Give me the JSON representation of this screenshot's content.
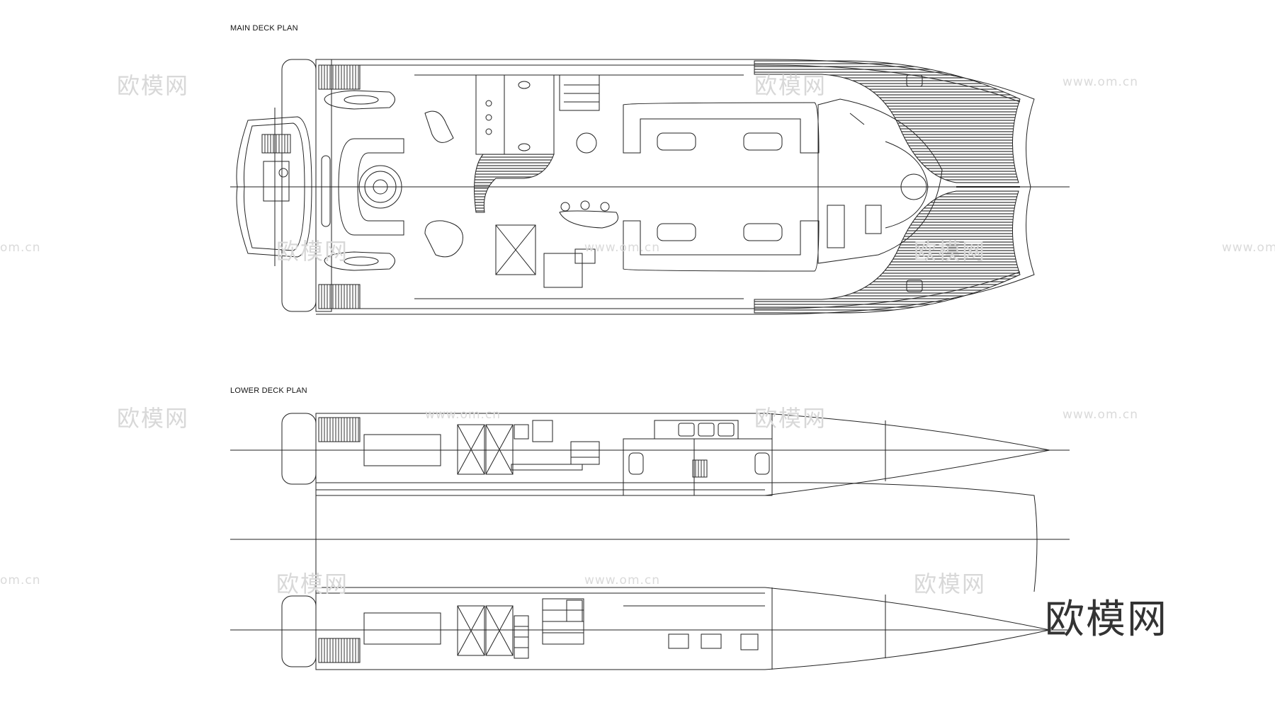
{
  "titles": {
    "main_deck": "MAIN DECK PLAN",
    "lower_deck": "LOWER DECK PLAN"
  },
  "watermarks": {
    "logo_small": "欧模网",
    "url": "www.om.cn",
    "url_short": "om.cn",
    "logo_large": "欧模网"
  },
  "colors": {
    "line": "#222222",
    "hatch": "#333333",
    "watermark": "#d8d8d8"
  }
}
